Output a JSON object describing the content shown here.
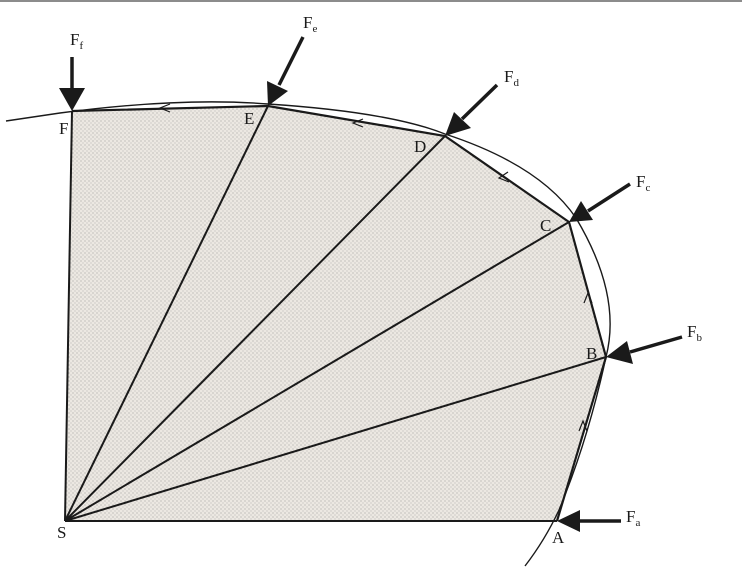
{
  "diagram": {
    "center_label": "S",
    "points": [
      {
        "id": "a",
        "label": "A",
        "force": {
          "main": "F",
          "sub": "a"
        }
      },
      {
        "id": "b",
        "label": "B",
        "force": {
          "main": "F",
          "sub": "b"
        }
      },
      {
        "id": "c",
        "label": "C",
        "force": {
          "main": "F",
          "sub": "c"
        }
      },
      {
        "id": "d",
        "label": "D",
        "force": {
          "main": "F",
          "sub": "d"
        }
      },
      {
        "id": "e",
        "label": "E",
        "force": {
          "main": "F",
          "sub": "e"
        }
      },
      {
        "id": "f",
        "label": "F",
        "force": {
          "main": "F",
          "sub": "f"
        }
      }
    ],
    "colors": {
      "ink": "#1a1a1a",
      "fill": "#ece8e2",
      "dot": "#8c8c8c"
    }
  }
}
